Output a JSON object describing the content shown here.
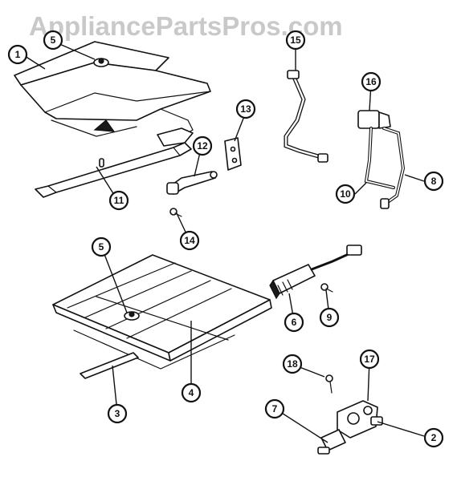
{
  "watermark": "AppliancePartsPros.com",
  "callouts": [
    {
      "id": "c1",
      "label": "1"
    },
    {
      "id": "c5a",
      "label": "5"
    },
    {
      "id": "c11",
      "label": "11"
    },
    {
      "id": "c12",
      "label": "12"
    },
    {
      "id": "c13",
      "label": "13"
    },
    {
      "id": "c14",
      "label": "14"
    },
    {
      "id": "c15",
      "label": "15"
    },
    {
      "id": "c16",
      "label": "16"
    },
    {
      "id": "c10",
      "label": "10"
    },
    {
      "id": "c8",
      "label": "8"
    },
    {
      "id": "c5b",
      "label": "5"
    },
    {
      "id": "c4",
      "label": "4"
    },
    {
      "id": "c3",
      "label": "3"
    },
    {
      "id": "c6",
      "label": "6"
    },
    {
      "id": "c9",
      "label": "9"
    },
    {
      "id": "c18",
      "label": "18"
    },
    {
      "id": "c17",
      "label": "17"
    },
    {
      "id": "c7",
      "label": "7"
    },
    {
      "id": "c2",
      "label": "2"
    }
  ]
}
